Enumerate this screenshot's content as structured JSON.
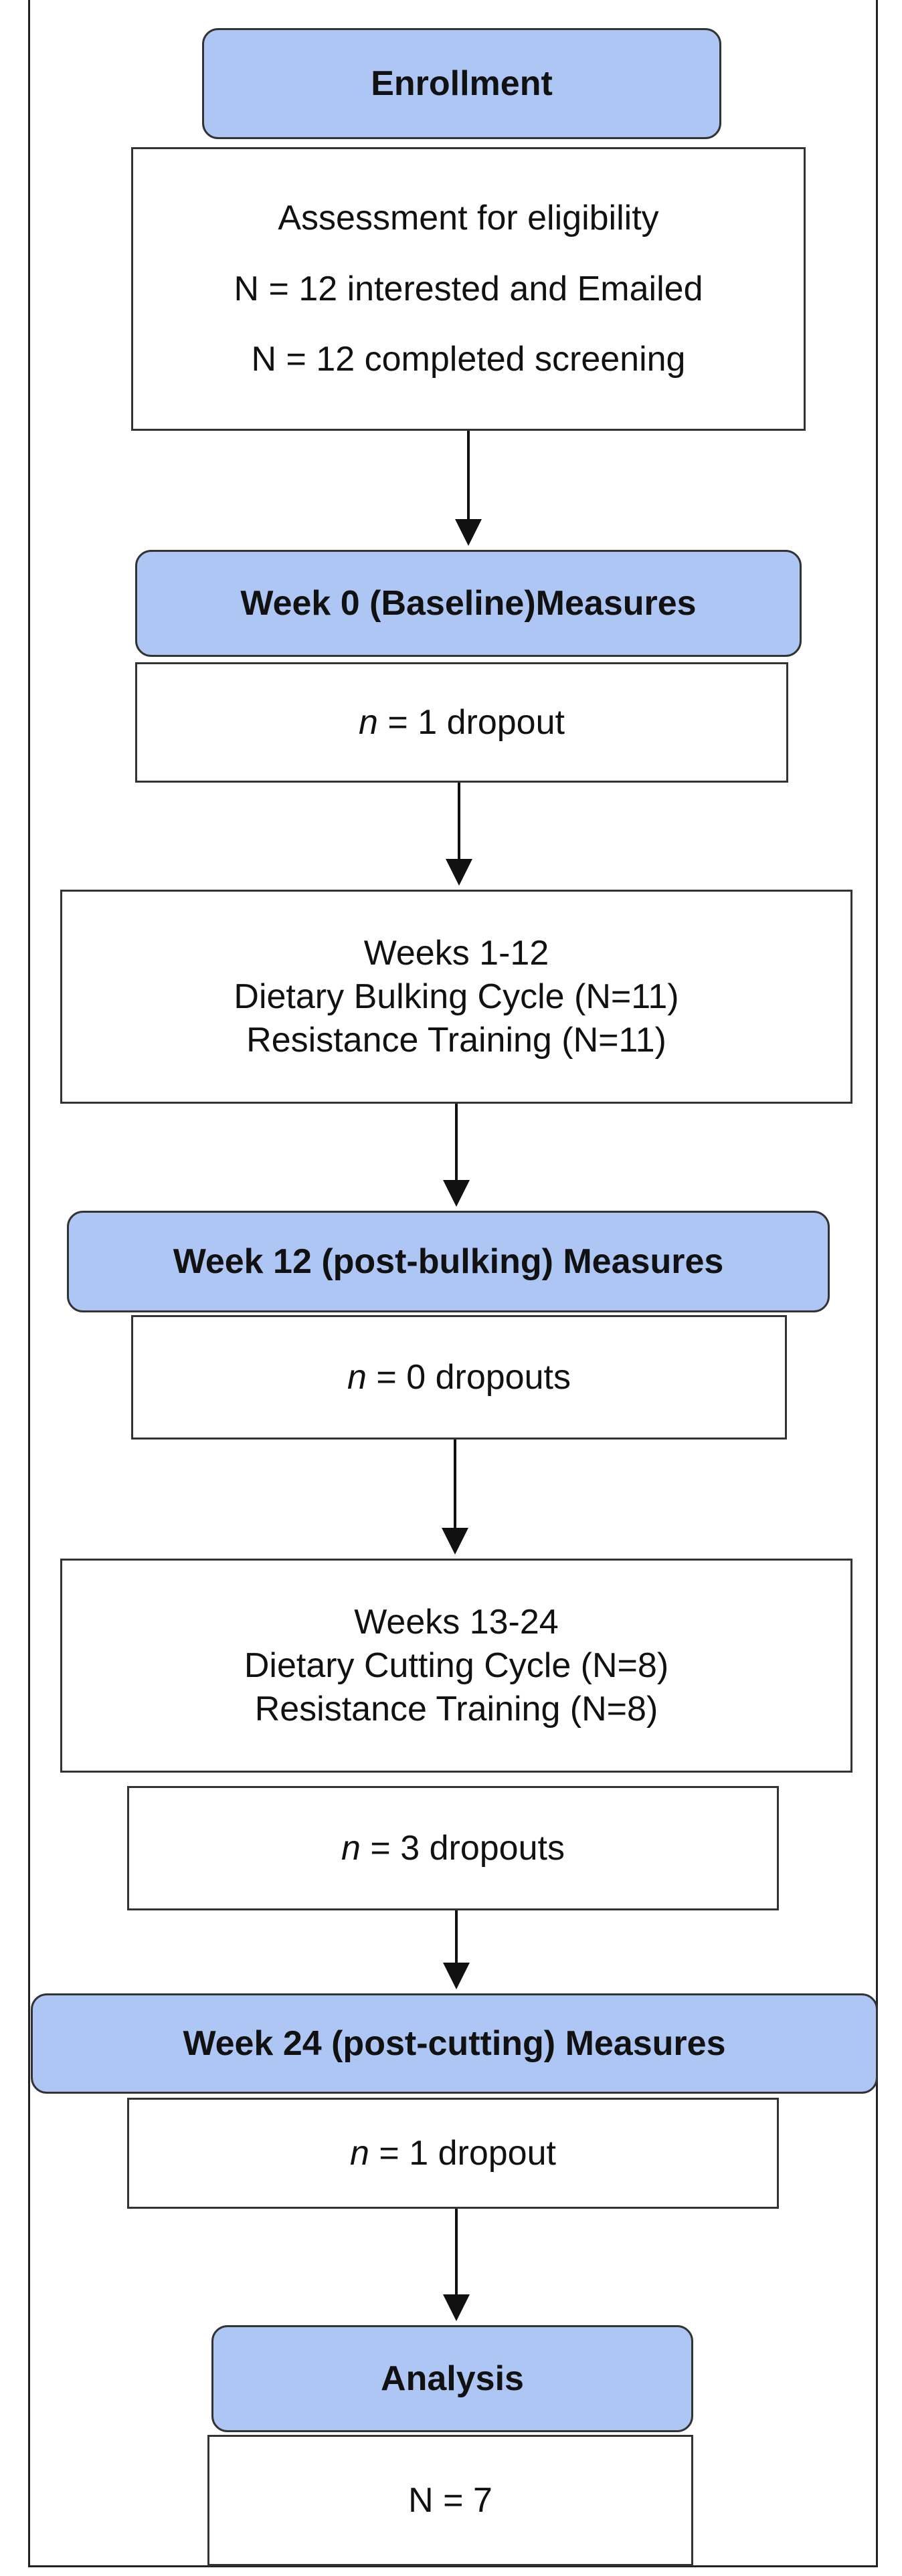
{
  "enrollment": {
    "title": "Enrollment",
    "lines": [
      "Assessment for eligibility",
      "N = 12 interested and Emailed",
      "N = 12 completed screening"
    ]
  },
  "baseline": {
    "title": "Week 0 (Baseline)Measures",
    "dropout": {
      "n_label": "n",
      "text": " = 1 dropout"
    }
  },
  "bulking": {
    "lines": [
      "Weeks 1-12",
      "Dietary Bulking Cycle (N=11)",
      "Resistance Training (N=11)"
    ]
  },
  "post_bulking": {
    "title": "Week 12 (post-bulking) Measures",
    "dropout": {
      "n_label": "n",
      "text": " = 0 dropouts"
    }
  },
  "cutting": {
    "lines": [
      "Weeks 13-24",
      "Dietary Cutting Cycle (N=8)",
      "Resistance Training (N=8)"
    ],
    "dropout": {
      "n_label": "n",
      "text": " = 3 dropouts"
    }
  },
  "post_cutting": {
    "title": "Week 24 (post-cutting) Measures",
    "dropout": {
      "n_label": "n",
      "text": " = 1 dropout"
    }
  },
  "analysis": {
    "title": "Analysis",
    "final": "N = 7"
  },
  "colors": {
    "stage_fill": "#aec6f4",
    "border": "#333333"
  }
}
